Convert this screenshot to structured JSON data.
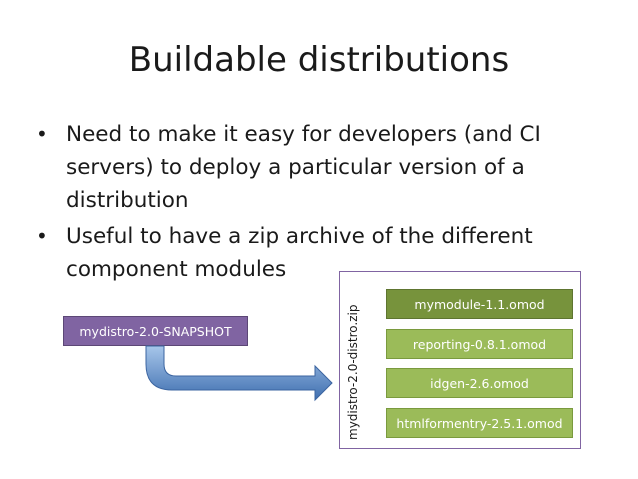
{
  "title": "Buildable distributions",
  "bullets": [
    "Need to make it easy for developers (and CI servers) to deploy a particular version of a distribution",
    "Useful to have a zip archive of the different component modules"
  ],
  "bullet_glyph": "•",
  "diagram": {
    "source_box": "mydistro-2.0-SNAPSHOT",
    "zip_label": "mydistro-2.0-distro.zip",
    "modules": [
      "mymodule-1.1.omod",
      "reporting-0.8.1.omod",
      "idgen-2.6.omod",
      "htmlformentry-2.5.1.omod"
    ],
    "colors": {
      "source": "#8064a2",
      "module_highlight": "#77933c",
      "module": "#9bbb59",
      "arrow": "#4f81bd"
    }
  }
}
